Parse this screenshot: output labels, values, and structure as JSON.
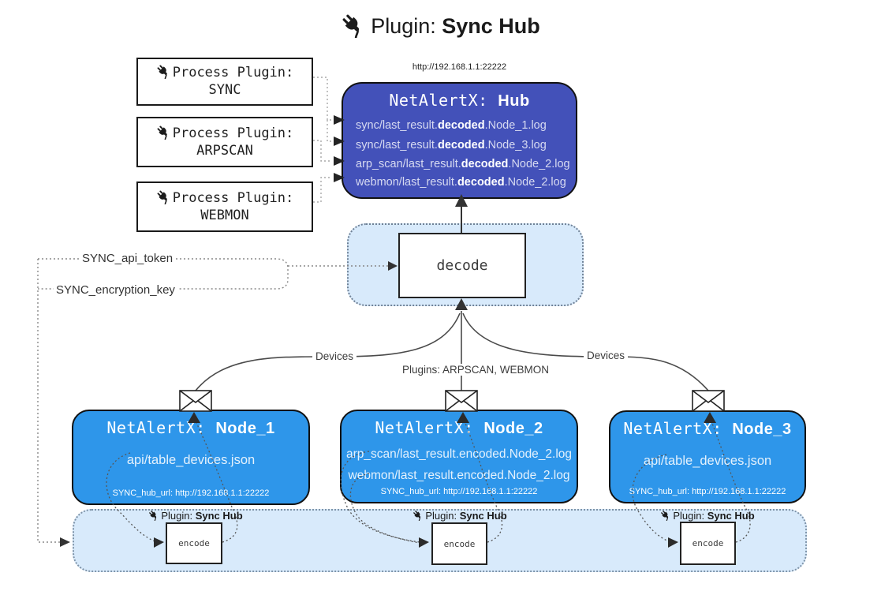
{
  "title": {
    "icon": "plug-icon",
    "prefix": "Plugin:",
    "name": "Sync Hub"
  },
  "process_plugins": [
    {
      "label": "Process Plugin:",
      "name": "SYNC"
    },
    {
      "label": "Process Plugin:",
      "name": "ARPSCAN"
    },
    {
      "label": "Process Plugin:",
      "name": "WEBMON"
    }
  ],
  "hub": {
    "url": "http://192.168.1.1:22222",
    "title_prefix": "NetAlertX:",
    "title_name": "Hub",
    "logs": [
      {
        "pre": "sync/last_result.",
        "bold": "decoded",
        "post": ".Node_1.log"
      },
      {
        "pre": "sync/last_result.",
        "bold": "decoded",
        "post": ".Node_3.log"
      },
      {
        "pre": "arp_scan/last_result.",
        "bold": "decoded",
        "post": ".Node_2.log"
      },
      {
        "pre": "webmon/last_result.",
        "bold": "decoded",
        "post": ".Node_2.log"
      }
    ]
  },
  "decode_label": "decode",
  "encode_label": "encode",
  "secrets": {
    "api_token": "SYNC_api_token",
    "encryption_key": "SYNC_encryption_key"
  },
  "edge_labels": {
    "devices_left": "Devices",
    "devices_right": "Devices",
    "plugins_mid": "Plugins: ARPSCAN, WEBMON"
  },
  "nodes": [
    {
      "title_prefix": "NetAlertX:",
      "title_name": "Node_1",
      "lines": [
        "api/table_devices.json"
      ],
      "hub_url": "SYNC_hub_url: http://192.168.1.1:22222"
    },
    {
      "title_prefix": "NetAlertX:",
      "title_name": "Node_2",
      "lines": [
        "arp_scan/last_result.encoded.Node_2.log",
        "webmon/last_result.encoded.Node_2.log"
      ],
      "hub_url": "SYNC_hub_url: http://192.168.1.1:22222"
    },
    {
      "title_prefix": "NetAlertX:",
      "title_name": "Node_3",
      "lines": [
        "api/table_devices.json"
      ],
      "hub_url": "SYNC_hub_url: http://192.168.1.1:22222"
    }
  ],
  "encoders": [
    {
      "plugin_prefix": "Plugin:",
      "plugin_name": "Sync Hub",
      "box_label": "encode"
    },
    {
      "plugin_prefix": "Plugin:",
      "plugin_name": "Sync Hub",
      "box_label": "encode"
    },
    {
      "plugin_prefix": "Plugin:",
      "plugin_name": "Sync Hub",
      "box_label": "encode"
    }
  ],
  "colors": {
    "hub-fill": "#4351B9",
    "node-fill": "#2E96EA",
    "container-fill": "#D8EAFB",
    "box-border": "#1a1a1a"
  }
}
